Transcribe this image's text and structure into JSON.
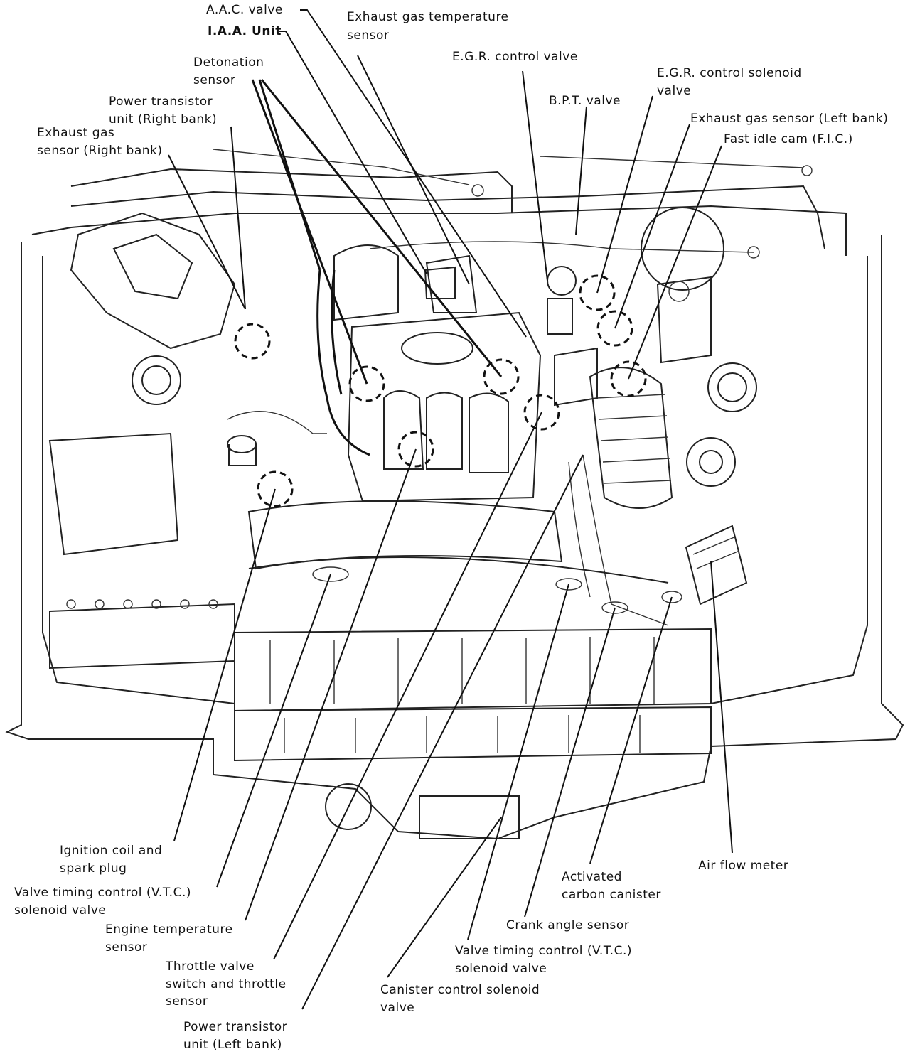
{
  "labels": {
    "aac_valve": "A.A.C. valve",
    "iaa_unit": "I.A.A. Unit",
    "exhaust_temp_sensor_1": "Exhaust gas temperature",
    "exhaust_temp_sensor_2": "sensor",
    "detonation_sensor_1": "Detonation",
    "detonation_sensor_2": "sensor",
    "power_transistor_right_1": "Power transistor",
    "power_transistor_right_2": "unit (Right bank)",
    "exhaust_sensor_right_1": "Exhaust gas",
    "exhaust_sensor_right_2": "sensor (Right bank)",
    "egr_control_valve": "E.G.R. control valve",
    "egr_solenoid_1": "E.G.R. control solenoid",
    "egr_solenoid_2": "valve",
    "bpt_valve": "B.P.T. valve",
    "exhaust_sensor_left": "Exhaust gas sensor (Left bank)",
    "fast_idle_cam": "Fast idle cam (F.I.C.)",
    "ignition_coil_1": "Ignition coil and",
    "ignition_coil_2": "spark plug",
    "vtc_left_1": "Valve timing control (V.T.C.)",
    "vtc_left_2": "solenoid valve",
    "engine_temp_1": "Engine temperature",
    "engine_temp_2": "sensor",
    "throttle_1": "Throttle valve",
    "throttle_2": "switch and throttle",
    "throttle_3": "sensor",
    "power_transistor_left_1": "Power transistor",
    "power_transistor_left_2": "unit (Left bank)",
    "canister_solenoid_1": "Canister control solenoid",
    "canister_solenoid_2": "valve",
    "vtc_right_1": "Valve timing control (V.T.C.)",
    "vtc_right_2": "solenoid valve",
    "crank_angle": "Crank angle sensor",
    "carbon_canister_1": "Activated",
    "carbon_canister_2": "carbon canister",
    "air_flow_meter": "Air flow meter"
  }
}
